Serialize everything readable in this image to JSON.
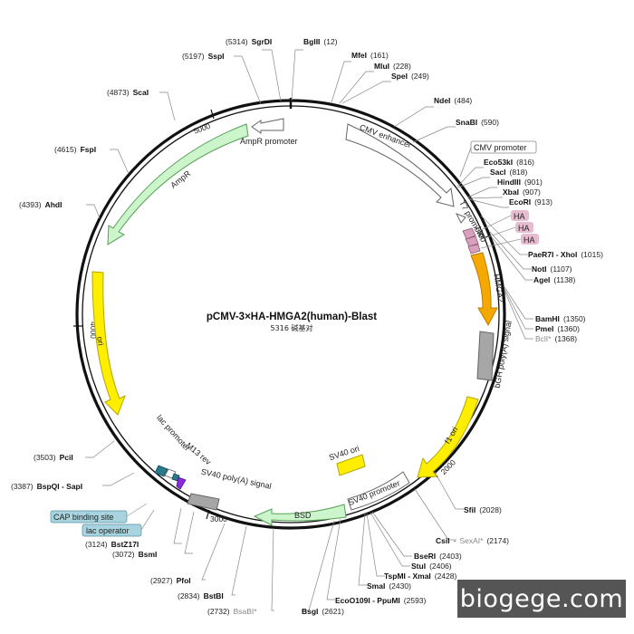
{
  "title": "pCMV-3×HA-HMGA2(human)-Blast",
  "subtitle": "5316 碱基对",
  "total_bp": 5316,
  "ticks": [
    {
      "label": "1000"
    },
    {
      "label": "2000"
    },
    {
      "label": "3000"
    },
    {
      "label": "4000"
    },
    {
      "label": "5000"
    }
  ],
  "sites": [
    {
      "name": "SgrDI",
      "pos": "(5314)"
    },
    {
      "name": "BglII",
      "pos": "(12)"
    },
    {
      "name": "MfeI",
      "pos": "(161)"
    },
    {
      "name": "MluI",
      "pos": "(228)"
    },
    {
      "name": "SpeI",
      "pos": "(249)"
    },
    {
      "name": "NdeI",
      "pos": "(484)"
    },
    {
      "name": "SnaBI",
      "pos": "(590)"
    },
    {
      "name": "Eco53kI",
      "pos": "(816)"
    },
    {
      "name": "SacI",
      "pos": "(818)"
    },
    {
      "name": "HindIII",
      "pos": "(901)"
    },
    {
      "name": "XbaI",
      "pos": "(907)"
    },
    {
      "name": "EcoRI",
      "pos": "(913)"
    },
    {
      "name": "PaeR7I - XhoI",
      "pos": "(1015)"
    },
    {
      "name": "NotI",
      "pos": "(1107)"
    },
    {
      "name": "AgeI",
      "pos": "(1138)"
    },
    {
      "name": "BamHI",
      "pos": "(1350)"
    },
    {
      "name": "PmeI",
      "pos": "(1360)"
    },
    {
      "name": "BclI*",
      "pos": "(1368)"
    },
    {
      "name": "SfiI",
      "pos": "(2028)"
    },
    {
      "name": "CsiI",
      "extra": "SexAI*",
      "pos": "(2174)"
    },
    {
      "name": "BseRI",
      "pos": "(2403)"
    },
    {
      "name": "StuI",
      "pos": "(2406)"
    },
    {
      "name": "TspMI - XmaI",
      "pos": "(2428)"
    },
    {
      "name": "SmaI",
      "pos": "(2430)"
    },
    {
      "name": "EcoO109I - PpuMI",
      "pos": "(2593)"
    },
    {
      "name": "BsgI",
      "pos": "(2621)"
    },
    {
      "name": "BsaBI*",
      "pos": "(2732)"
    },
    {
      "name": "BstBI",
      "pos": "(2834)"
    },
    {
      "name": "PfoI",
      "pos": "(2927)"
    },
    {
      "name": "BsmI",
      "pos": "(3072)"
    },
    {
      "name": "BstZ17I",
      "pos": "(3124)"
    },
    {
      "name": "BspQI - SapI",
      "pos": "(3387)"
    },
    {
      "name": "PciI",
      "pos": "(3503)"
    },
    {
      "name": "AhdI",
      "pos": "(4393)"
    },
    {
      "name": "FspI",
      "pos": "(4615)"
    },
    {
      "name": "ScaI",
      "pos": "(4873)"
    },
    {
      "name": "SspI",
      "pos": "(5197)"
    }
  ],
  "features": [
    {
      "label": "CMV enhancer"
    },
    {
      "label": "CMV promoter"
    },
    {
      "label": "T7 promoter"
    },
    {
      "label": "HA"
    },
    {
      "label": "HA"
    },
    {
      "label": "HA"
    },
    {
      "label": "HMGA2"
    },
    {
      "label": "bGH poly(A) signal"
    },
    {
      "label": "f1 ori"
    },
    {
      "label": "SV40 ori"
    },
    {
      "label": "SV40 promoter"
    },
    {
      "label": "BSD"
    },
    {
      "label": "SV40 poly(A) signal"
    },
    {
      "label": "M13 rev"
    },
    {
      "label": "lac promoter"
    },
    {
      "label": "CAP binding site"
    },
    {
      "label": "lac operator"
    },
    {
      "label": "ori"
    },
    {
      "label": "AmpR"
    },
    {
      "label": "AmpR promoter"
    }
  ],
  "colors": {
    "backbone": "#111111",
    "promoter": "#ffffff",
    "ha_tag": "#d9a0bd",
    "hmga2": "#f5a800",
    "polya": "#a6a6a6",
    "ori": "#ffee00",
    "bsd": "#ccf5cc",
    "ampr": "#ccf5cc",
    "lac_label_bg": "#a8d4e0"
  },
  "watermark": "biogege.com"
}
